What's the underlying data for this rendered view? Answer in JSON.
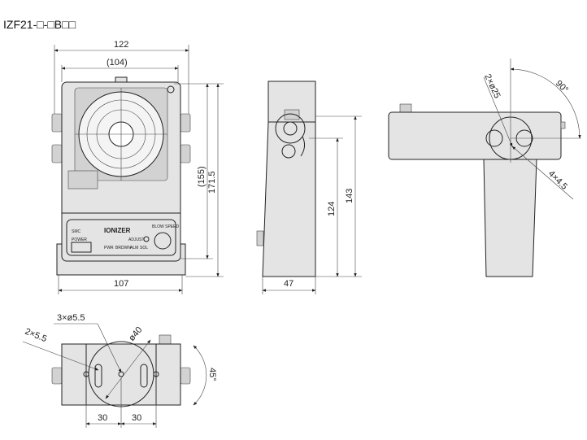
{
  "title": "IZF21-□-□B□□",
  "front_view": {
    "width_dim": "122",
    "inner_width_dim": "(104)",
    "height_ref_dim": "(155)",
    "height_dim": "171.5",
    "base_width_dim": "107",
    "panel": {
      "logo": "SMC",
      "product": "IONIZER",
      "power": "POWER",
      "adjust": "ADJUST",
      "blow_speed": "BLOW SPEED",
      "leds": [
        "PWR",
        "BRDWN",
        "ALM",
        "SOL"
      ]
    }
  },
  "side_view": {
    "height_low_dim": "124",
    "height_high_dim": "143",
    "depth_dim": "47"
  },
  "top_view": {
    "hole_dim": "2×ø25",
    "angle_dim": "90°",
    "slot_dim": "4×4.5"
  },
  "bottom_view": {
    "slot_dim": "2×5.5",
    "hole_dim": "3×ø5.5",
    "circle_dim": "ø40",
    "angle_dim": "45°",
    "pitch_left": "30",
    "pitch_right": "30"
  }
}
